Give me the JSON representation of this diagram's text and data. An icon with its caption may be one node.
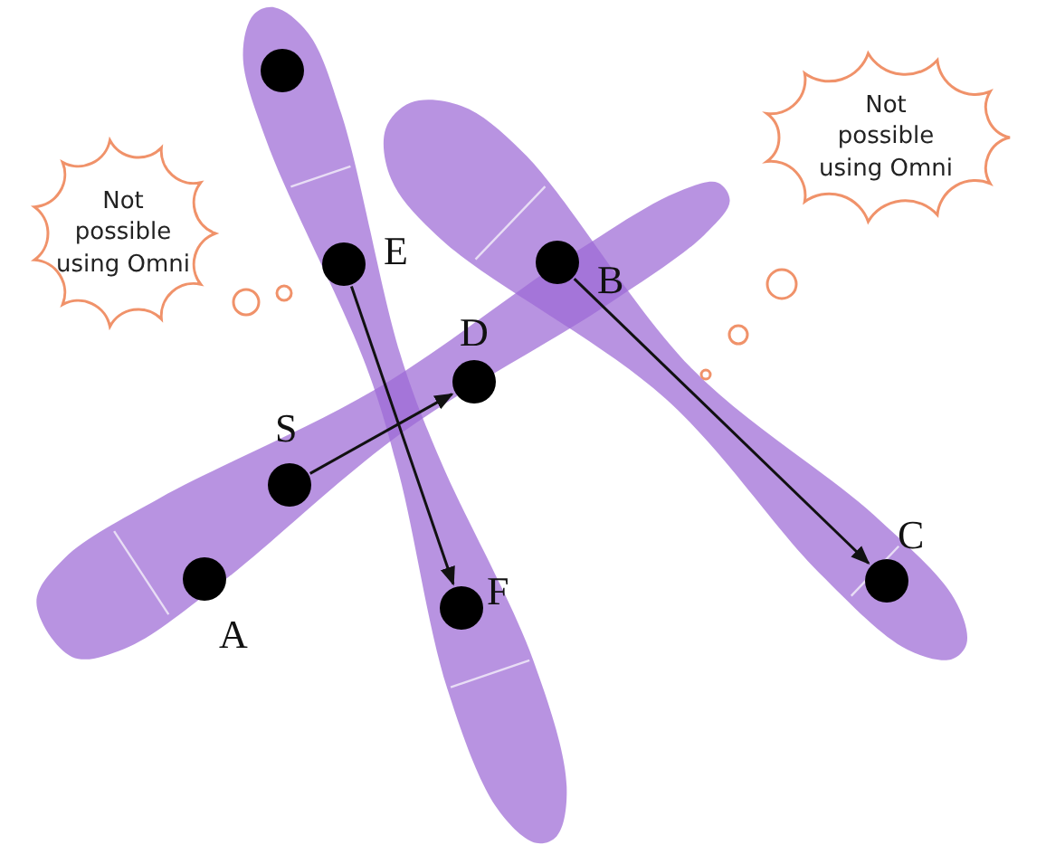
{
  "diagram": {
    "nodes": [
      {
        "text": [],
        "shape": "circle"
      },
      {
        "text": [
          "Not possible using Omni"
        ]
      },
      {
        "text": [
          "Not possible using Omni"
        ]
      },
      {
        "text": [],
        "shape": "circle",
        "beside": [
          "E"
        ]
      },
      {
        "text": [],
        "shape": "circle",
        "beside": [
          "B"
        ]
      },
      {
        "text": [],
        "shape": "circle",
        "beside": [
          "D"
        ]
      },
      {
        "text": [],
        "shape": "circle",
        "beside": [
          "S"
        ]
      },
      {
        "text": [],
        "shape": "circle",
        "beside": [
          "A"
        ]
      },
      {
        "text": [],
        "shape": "circle",
        "beside": [
          "C"
        ]
      },
      {
        "text": [],
        "shape": "circle",
        "beside": [
          "F"
        ]
      }
    ],
    "edges": [
      {
        "from": 6,
        "to": 5,
        "arrow": "to"
      },
      {
        "from": 3,
        "to": 9,
        "arrow": "to"
      },
      {
        "from": 4,
        "to": 8,
        "arrow": "to"
      }
    ]
  }
}
